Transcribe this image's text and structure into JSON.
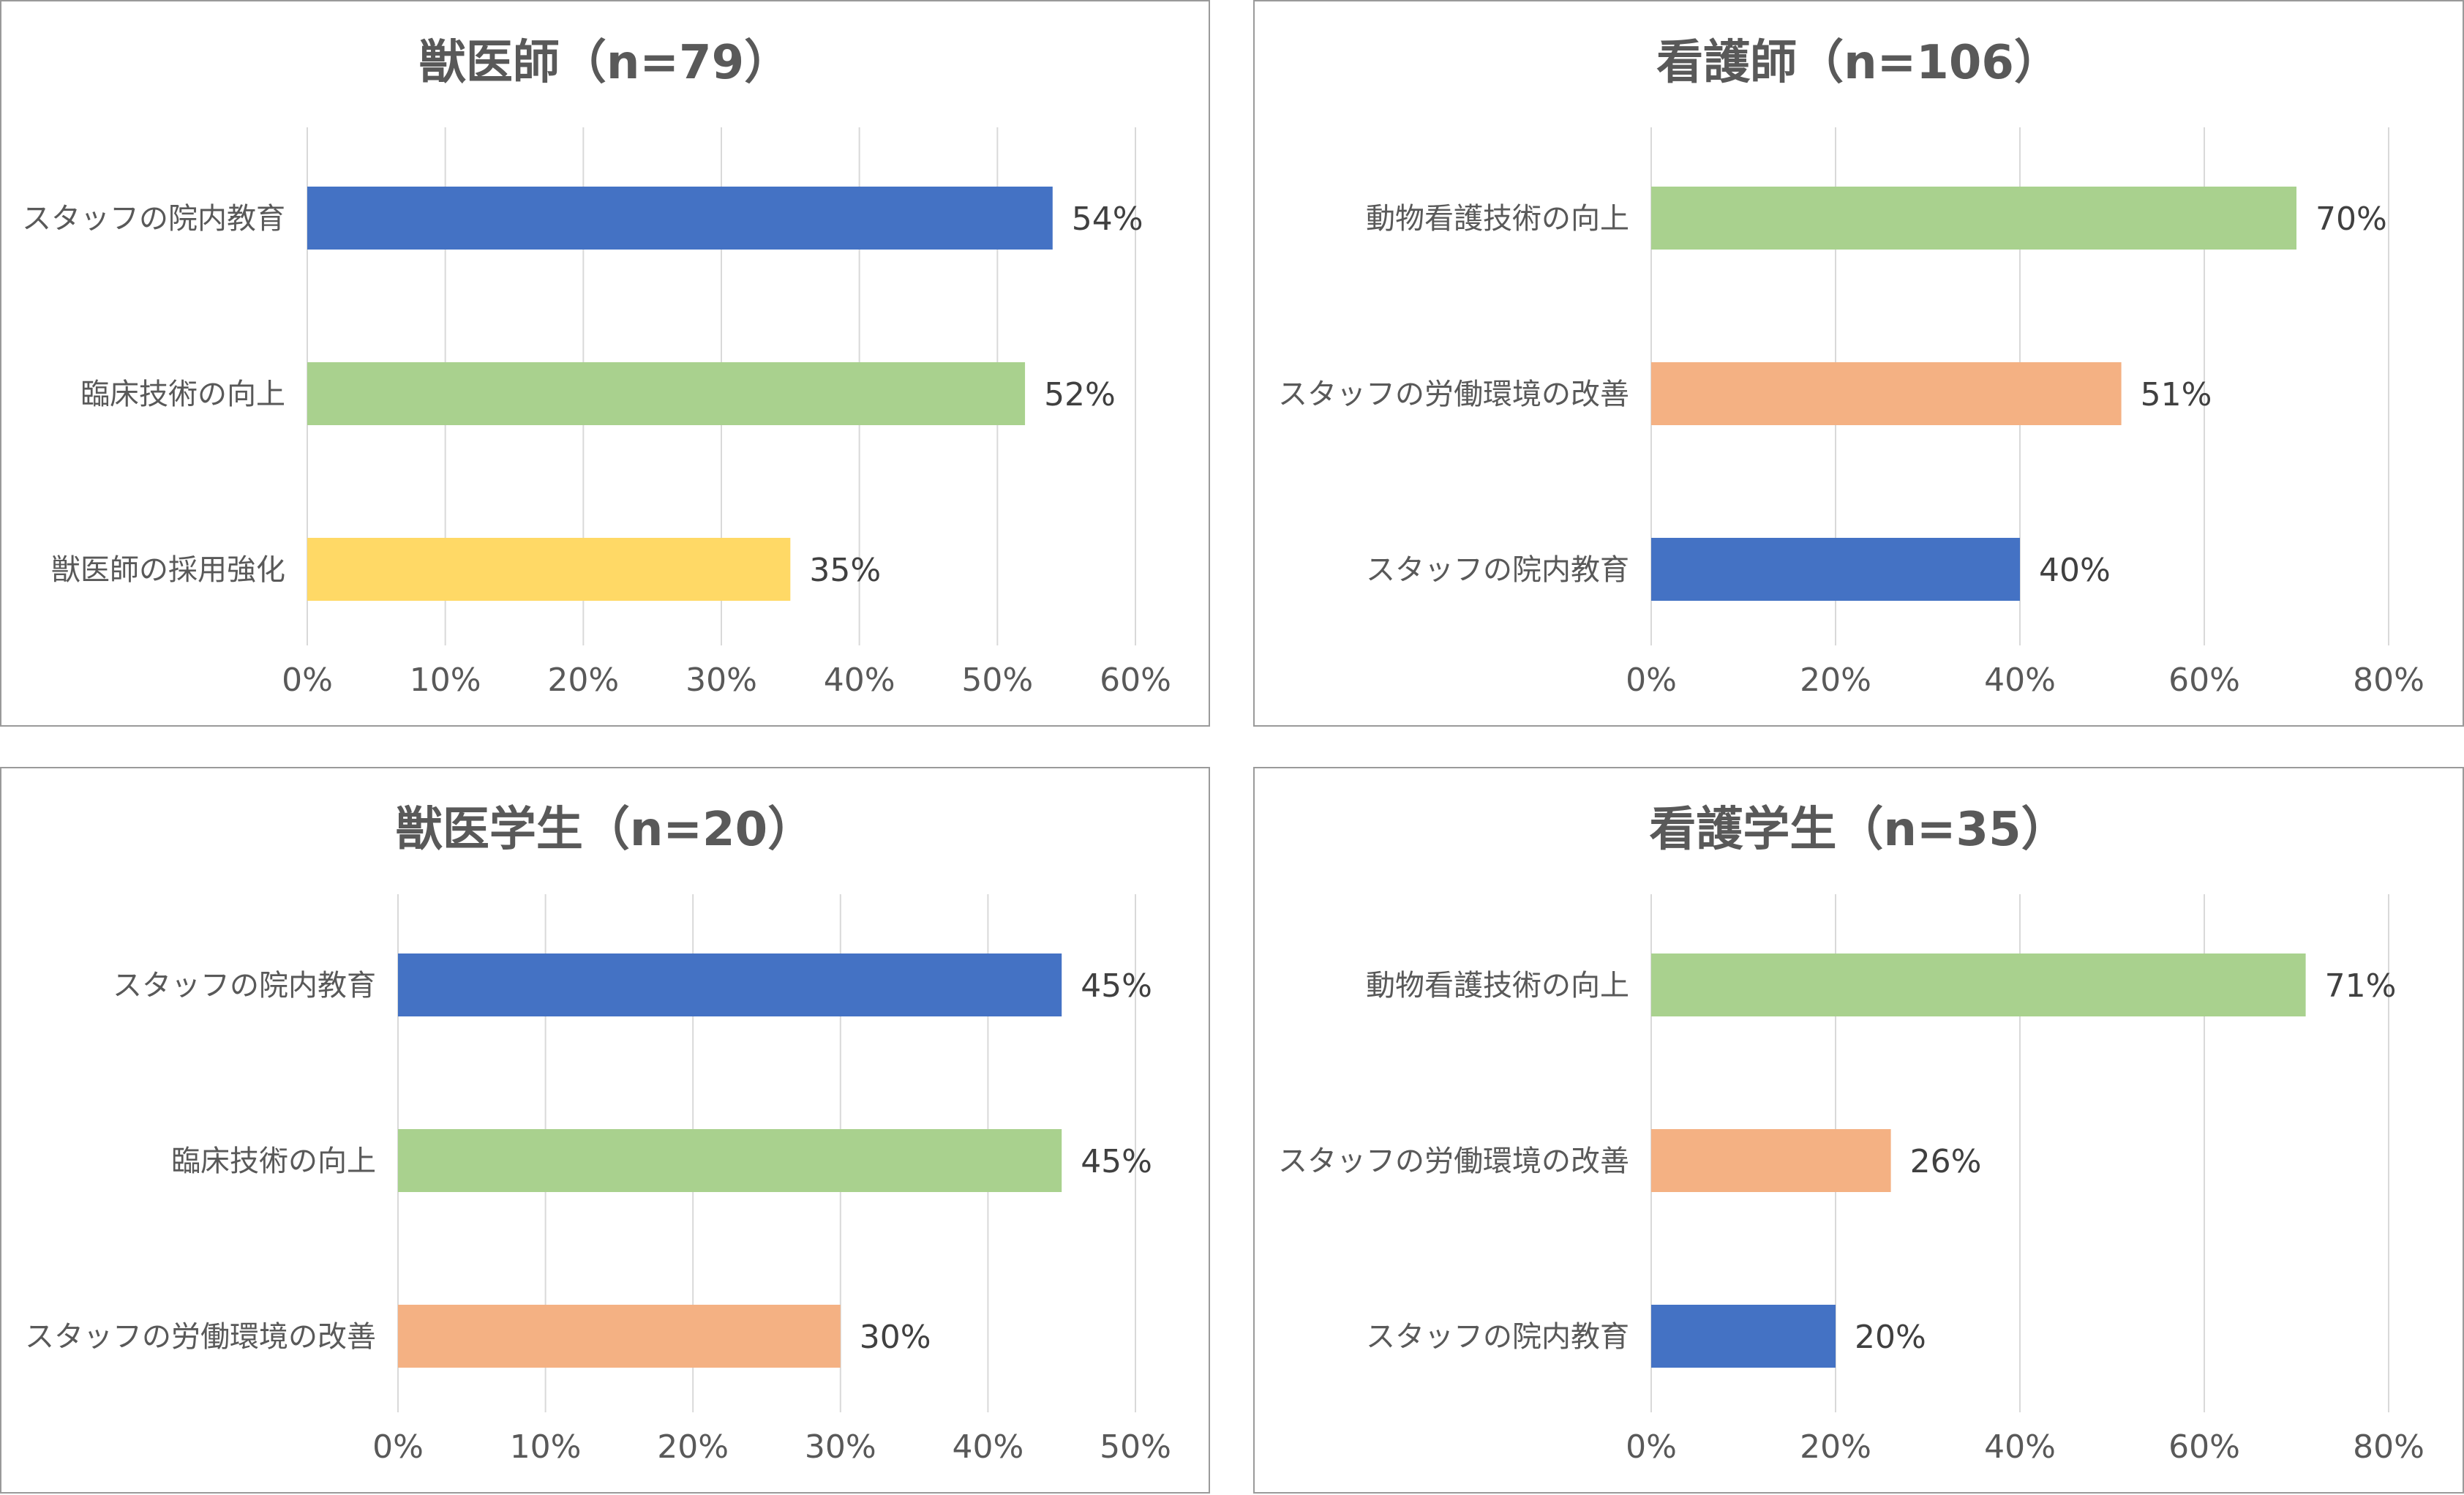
{
  "colors": {
    "staff_education": "#4472c4",
    "clinical_skill": "#a9d18e",
    "vet_recruit": "#ffd966",
    "work_env": "#f4b183",
    "grid": "#d9d9d9",
    "border": "#9a9a9a"
  },
  "chart_data": [
    {
      "type": "bar",
      "orientation": "horizontal",
      "title": "獣医師（n=79）",
      "categories": [
        "スタッフの院内教育",
        "臨床技術の向上",
        "獣医師の採用強化"
      ],
      "values": [
        54,
        52,
        35
      ],
      "value_labels": [
        "54%",
        "52%",
        "35%"
      ],
      "bar_colors": [
        "#4472c4",
        "#a9d18e",
        "#ffd966"
      ],
      "xlim": [
        0,
        60
      ],
      "xticks": [
        "0%",
        "10%",
        "20%",
        "30%",
        "40%",
        "50%",
        "60%"
      ],
      "grid": true,
      "legend": "none"
    },
    {
      "type": "bar",
      "orientation": "horizontal",
      "title": "看護師（n=106）",
      "categories": [
        "動物看護技術の向上",
        "スタッフの労働環境の改善",
        "スタッフの院内教育"
      ],
      "values": [
        70,
        51,
        40
      ],
      "value_labels": [
        "70%",
        "51%",
        "40%"
      ],
      "bar_colors": [
        "#a9d18e",
        "#f4b183",
        "#4472c4"
      ],
      "xlim": [
        0,
        80
      ],
      "xticks": [
        "0%",
        "20%",
        "40%",
        "60%",
        "80%"
      ],
      "grid": true,
      "legend": "none"
    },
    {
      "type": "bar",
      "orientation": "horizontal",
      "title": "獣医学生（n=20）",
      "categories": [
        "スタッフの院内教育",
        "臨床技術の向上",
        "スタッフの労働環境の改善"
      ],
      "values": [
        45,
        45,
        30
      ],
      "value_labels": [
        "45%",
        "45%",
        "30%"
      ],
      "bar_colors": [
        "#4472c4",
        "#a9d18e",
        "#f4b183"
      ],
      "xlim": [
        0,
        50
      ],
      "xticks": [
        "0%",
        "10%",
        "20%",
        "30%",
        "40%",
        "50%"
      ],
      "grid": true,
      "legend": "none"
    },
    {
      "type": "bar",
      "orientation": "horizontal",
      "title": "看護学生（n=35）",
      "categories": [
        "動物看護技術の向上",
        "スタッフの労働環境の改善",
        "スタッフの院内教育"
      ],
      "values": [
        71,
        26,
        20
      ],
      "value_labels": [
        "71%",
        "26%",
        "20%"
      ],
      "bar_colors": [
        "#a9d18e",
        "#f4b183",
        "#4472c4"
      ],
      "xlim": [
        0,
        80
      ],
      "xticks": [
        "0%",
        "20%",
        "40%",
        "60%",
        "80%"
      ],
      "grid": true,
      "legend": "none"
    }
  ]
}
